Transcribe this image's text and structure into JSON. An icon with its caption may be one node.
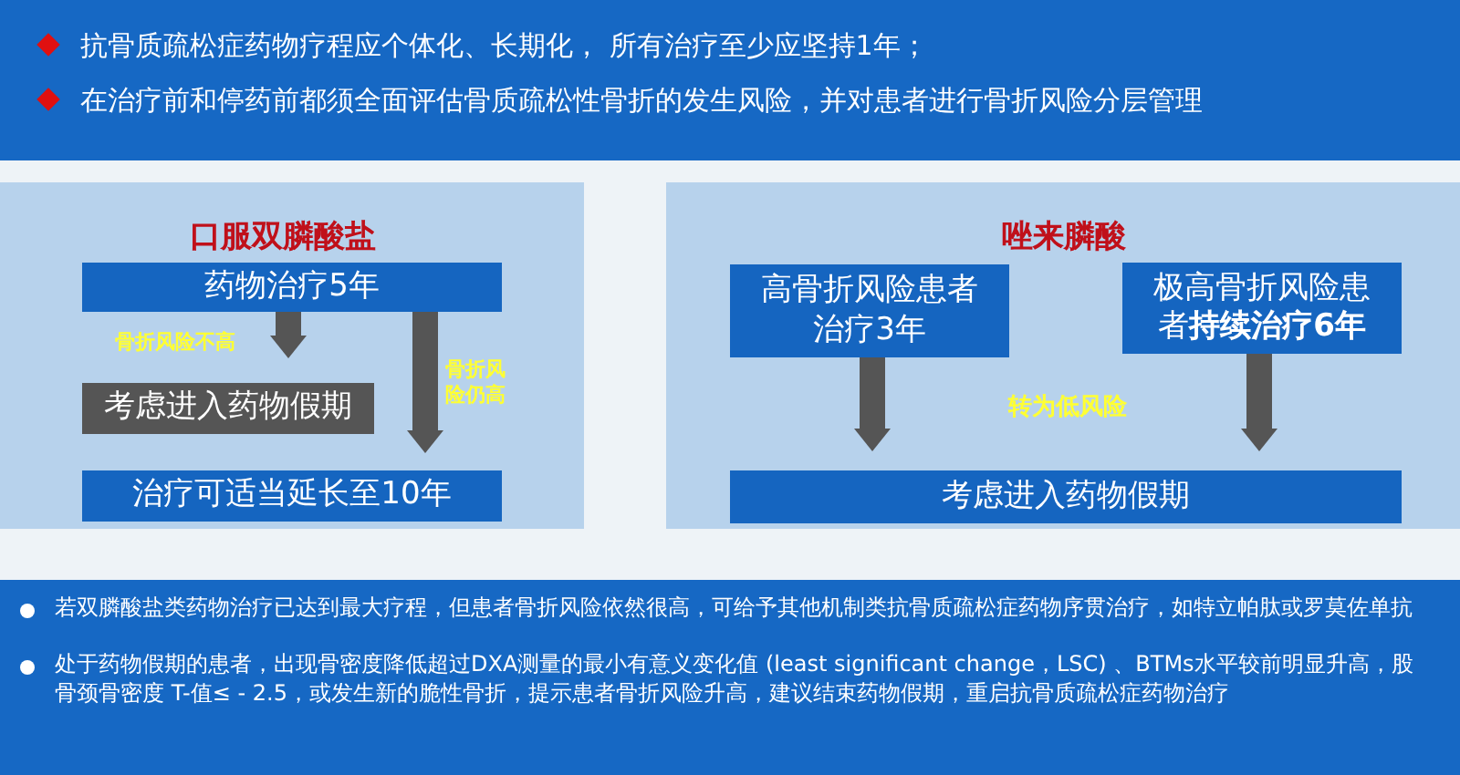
{
  "diagram": {
    "nodes": [
      {
        "text": [
          "抗骨质疏松症药物疗程应个体化、长期化， 所有治疗至少应坚持1年；",
          "在治疗前和停药前都须全面评估骨质疏松性骨折的发生风险，并对患者进行骨折风险分层管理"
        ]
      },
      {
        "text": [
          "口服双膦酸盐"
        ]
      },
      {
        "text": [
          "药物治疗5年"
        ],
        "in": 1
      },
      {
        "text": [
          "考虑进入药物假期"
        ],
        "in": 1
      },
      {
        "text": [
          "治疗可适当延长至10年"
        ],
        "in": 1
      },
      {
        "text": [
          "唑来膦酸"
        ]
      },
      {
        "text": [
          "高骨折风险患者治疗3年"
        ],
        "in": 5
      },
      {
        "text": [
          "极高骨折风险患者**持续治疗6年**"
        ],
        "in": 5
      },
      {
        "text": [
          "考虑进入药物假期"
        ],
        "in": 5
      },
      {
        "text": [
          "若双膦酸盐类药物治疗已达到最大疗程，但患者骨折风险依然很高，可给予其他机制类抗骨质疏松症药物序贯治疗，如特立帕肽或罗莫佐单抗",
          "处于药物假期的患者，出现骨密度降低超过DXA测量的最小有意义变化值 (least significant change，LSC) 、BTMs水平较前明显升高，股骨颈骨密度 T-值≤ - 2.5，或发生新的脆性骨折，提示患者骨折风险升高，建议结束药物假期，重启抗骨质疏松症药物治疗"
        ]
      }
    ],
    "edges": [
      {
        "from": 2,
        "to": 3,
        "arrow": "to",
        "label": "骨折风险不高"
      },
      {
        "from": 2,
        "to": 4,
        "arrow": "to",
        "label": "骨折风险仍高"
      },
      {
        "from": 6,
        "to": 8,
        "arrow": "to"
      },
      {
        "from": 7,
        "to": 8,
        "arrow": "to"
      }
    ],
    "labels": [
      "转为低风险"
    ]
  }
}
